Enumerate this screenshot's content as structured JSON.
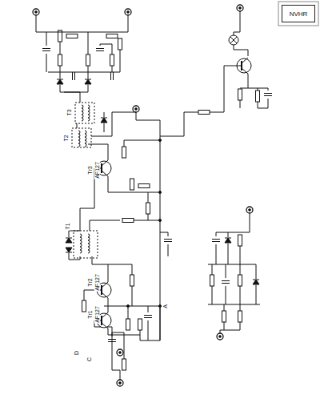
{
  "diagram": {
    "nodes": [
      {
        "text": [
          "NVHR"
        ]
      }
    ],
    "labels": [
      "Tr1",
      "AF127",
      "Tr2",
      "AF127",
      "Tr3",
      "AF127",
      "T1",
      "T2",
      "T3",
      "A",
      "D",
      "C"
    ]
  }
}
